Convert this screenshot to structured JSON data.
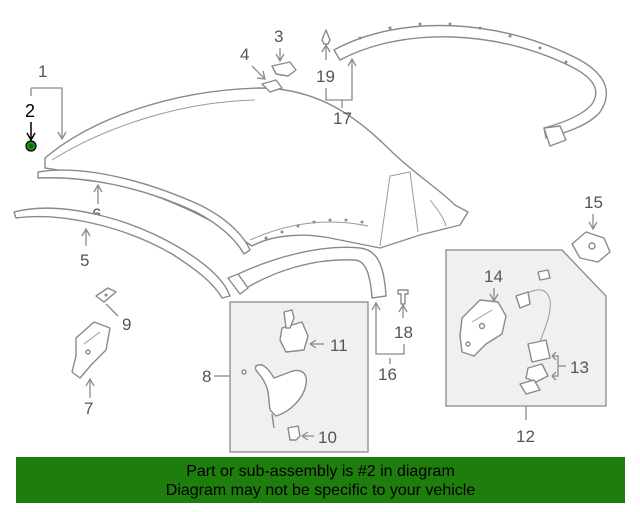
{
  "callouts": {
    "c1": "1",
    "c2": "2",
    "c3": "3",
    "c4": "4",
    "c5": "5",
    "c6": "6",
    "c7": "7",
    "c8": "8",
    "c9": "9",
    "c10": "10",
    "c11": "11",
    "c12": "12",
    "c13": "13",
    "c14": "14",
    "c15": "15",
    "c16": "16",
    "c17": "17",
    "c18": "18",
    "c19": "19"
  },
  "highlight_part": "2",
  "highlight_color": "#1a8f1a",
  "banner": {
    "line1": "Part or sub-assembly is #2 in diagram",
    "line2": "Diagram may not be specific to your vehicle",
    "background": "#1f7d0d"
  }
}
